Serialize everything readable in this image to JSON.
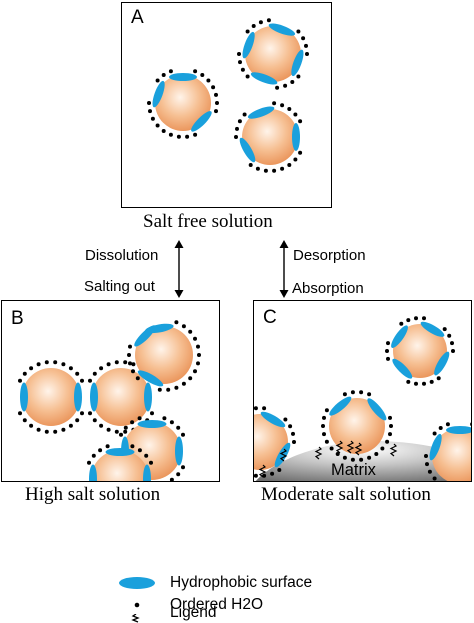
{
  "panels": {
    "a": {
      "letter": "A",
      "caption": "Salt free solution"
    },
    "b": {
      "letter": "B",
      "caption": "High salt solution"
    },
    "c": {
      "letter": "C",
      "caption": "Moderate salt solution",
      "matrix_label": "Matrix"
    }
  },
  "transitions": {
    "left": {
      "up_label": "Dissolution",
      "down_label": "Salting out"
    },
    "right": {
      "up_label": "Desorption",
      "down_label": "Absorption"
    }
  },
  "legend": {
    "hydrophobic": {
      "label": "Hydrophobic surface",
      "icon": "blue-ellipse-icon"
    },
    "water": {
      "label": "Ordered H2O",
      "icon": "black-dot-icon"
    },
    "ligand": {
      "label": "Ligend",
      "icon": "zigzag-ligand-icon"
    }
  },
  "colors": {
    "protein_light": "#fde3cf",
    "protein_dark": "#f0a06a",
    "hydrophobic": "#1aa0dc",
    "water": "#000000",
    "matrix_light": "#ffffff",
    "matrix_dark": "#7a7a7a"
  }
}
